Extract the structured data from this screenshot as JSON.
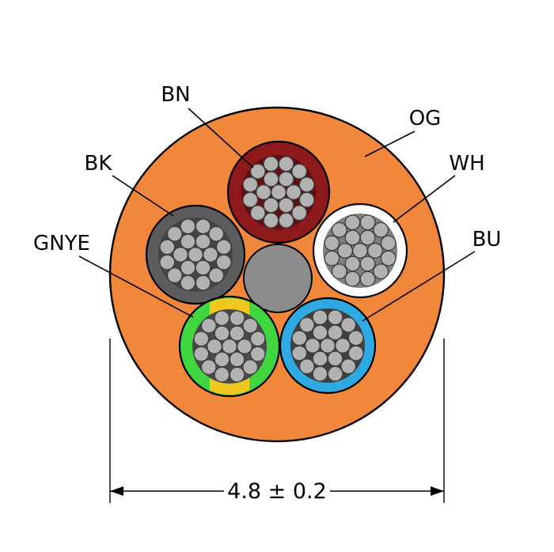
{
  "labels": {
    "conductor_brown": "BN",
    "jacket_orange": "OG",
    "conductor_white": "WH",
    "conductor_blue": "BU",
    "conductor_black": "BK",
    "conductor_green_yellow": "GNYE"
  },
  "dimension": {
    "text": "4.8 ± 0.2"
  },
  "colors": {
    "jacket": "#F0873B",
    "conductor_bn": "#8D191B",
    "conductor_bn_core": "#601012",
    "conductor_bk": "#5C5C5C",
    "conductor_bk_core": "#444444",
    "conductor_wh": "#FFFFFF",
    "conductor_wh_core": "#7F7F7F",
    "conductor_gn": "#3FD63F",
    "conductor_ye": "#EFC71F",
    "conductor_gnye_core": "#4A4A4A",
    "conductor_bu": "#2FA9E1",
    "conductor_bu_core": "#3F3F3F",
    "filler": "#8C8C8C",
    "strand": "#B2B2B2"
  }
}
